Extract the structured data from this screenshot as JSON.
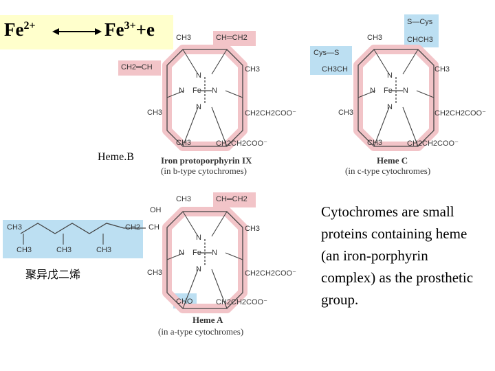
{
  "redox": {
    "left_base": "Fe",
    "left_charge": "2+",
    "right_base": "Fe",
    "right_charge": "3+",
    "right_suffix": "+e"
  },
  "heme_b": {
    "label": "Heme.B",
    "caption_line1": "Iron protoporphyrin IX",
    "caption_line2": "(in b-type cytochromes)",
    "groups": {
      "top_left": "CH3",
      "top_right": "CH═CH2",
      "left_upper": "CH2═CH",
      "right_upper": "CH3",
      "left_lower": "CH3",
      "right_lower": "CH2CH2COO⁻",
      "bottom_left": "CH3",
      "bottom_right": "CH2CH2COO⁻"
    }
  },
  "heme_c": {
    "caption_line1": "Heme C",
    "caption_line2": "(in c-type cytochromes)",
    "groups": {
      "s_cys_top": "S—Cys",
      "top_left": "CH3",
      "top_right": "CHCH3",
      "cys_s_left": "Cys—S",
      "left_upper": "CH3CH",
      "right_upper": "CH3",
      "left_lower": "CH3",
      "right_lower": "CH2CH2COO⁻",
      "bottom_left": "CH3",
      "bottom_right": "CH2CH2COO⁻"
    }
  },
  "heme_a": {
    "caption_line1": "Heme A",
    "caption_line2": "(in a-type cytochromes)",
    "groups": {
      "oh": "OH",
      "top_left": "CH3",
      "top_right": "CH═CH2",
      "isoprene_ch2": "CH2",
      "left_upper": "CH",
      "right_upper": "CH3",
      "left_lower": "CH3",
      "right_lower": "CH2CH2COO⁻",
      "bottom_left": "CHO",
      "bottom_right": "CH2CH2COO⁻"
    },
    "chain_groups": [
      "CH3",
      "CH3",
      "CH3",
      "CH3"
    ]
  },
  "core": {
    "n": "N",
    "fe": "Fe"
  },
  "isoprene_label": "聚异戊二烯",
  "description": "Cytochromes are small proteins containing heme (an iron-porphyrin complex) as the prosthetic group.",
  "colors": {
    "ring_highlight": "#f2c4c8",
    "blue_highlight": "#bcdff2",
    "yellow_box": "#ffffcc",
    "bond": "#444444"
  }
}
